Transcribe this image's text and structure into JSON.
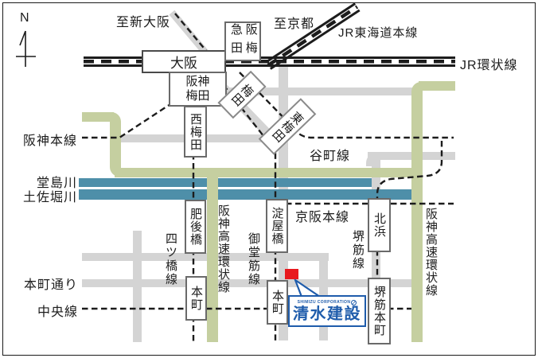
{
  "compass": {
    "north": "N"
  },
  "directions": {
    "to_shin_osaka": "至新大阪",
    "to_kyoto": "至京都"
  },
  "lines": {
    "jr_tokaido_main": "JR東海道本線",
    "jr_loop": "JR環状線",
    "hanshin_main": "阪神本線",
    "tanimachi": "谷町線",
    "keihan_main": "京阪本線",
    "chuo": "中央線",
    "yotsubashi": "四ツ橋線",
    "midosuji": "御堂筋線",
    "sakaisuji": "堺筋線",
    "hanshin_expressway_loop_west": "阪神高速環状線",
    "hanshin_expressway_loop_east": "阪神高速環状線"
  },
  "rivers": {
    "dojima": "堂島川",
    "tosabori": "土佐堀川"
  },
  "streets": {
    "honmachi_dori": "本町通り"
  },
  "stations": {
    "osaka": "大阪",
    "hankyu_umeda": [
      "阪急",
      "梅田"
    ],
    "hanshin_umeda": [
      "阪神",
      "梅田"
    ],
    "nishi_umeda": "西梅田",
    "umeda": "梅田",
    "higashi_umeda": "東梅田",
    "higobashi": "肥後橋",
    "yodoyabashi": "淀屋橋",
    "kitahama": "北浜",
    "honmachi_yotsubashi": "本町",
    "honmachi_midosuji": "本町",
    "sakaisuji_honmachi": "堺筋本町"
  },
  "destination": {
    "company_en": "SHIMIZU CORPORATION",
    "company_ja": "清水建設"
  },
  "colors": {
    "road_gray": "#d4d4d4",
    "expressway_green": "#c5cfa0",
    "river_blue": "#4e8fa9",
    "line_black": "#1c1c1c",
    "brand_blue": "#1f5cab",
    "marker_red": "#e8191e"
  }
}
